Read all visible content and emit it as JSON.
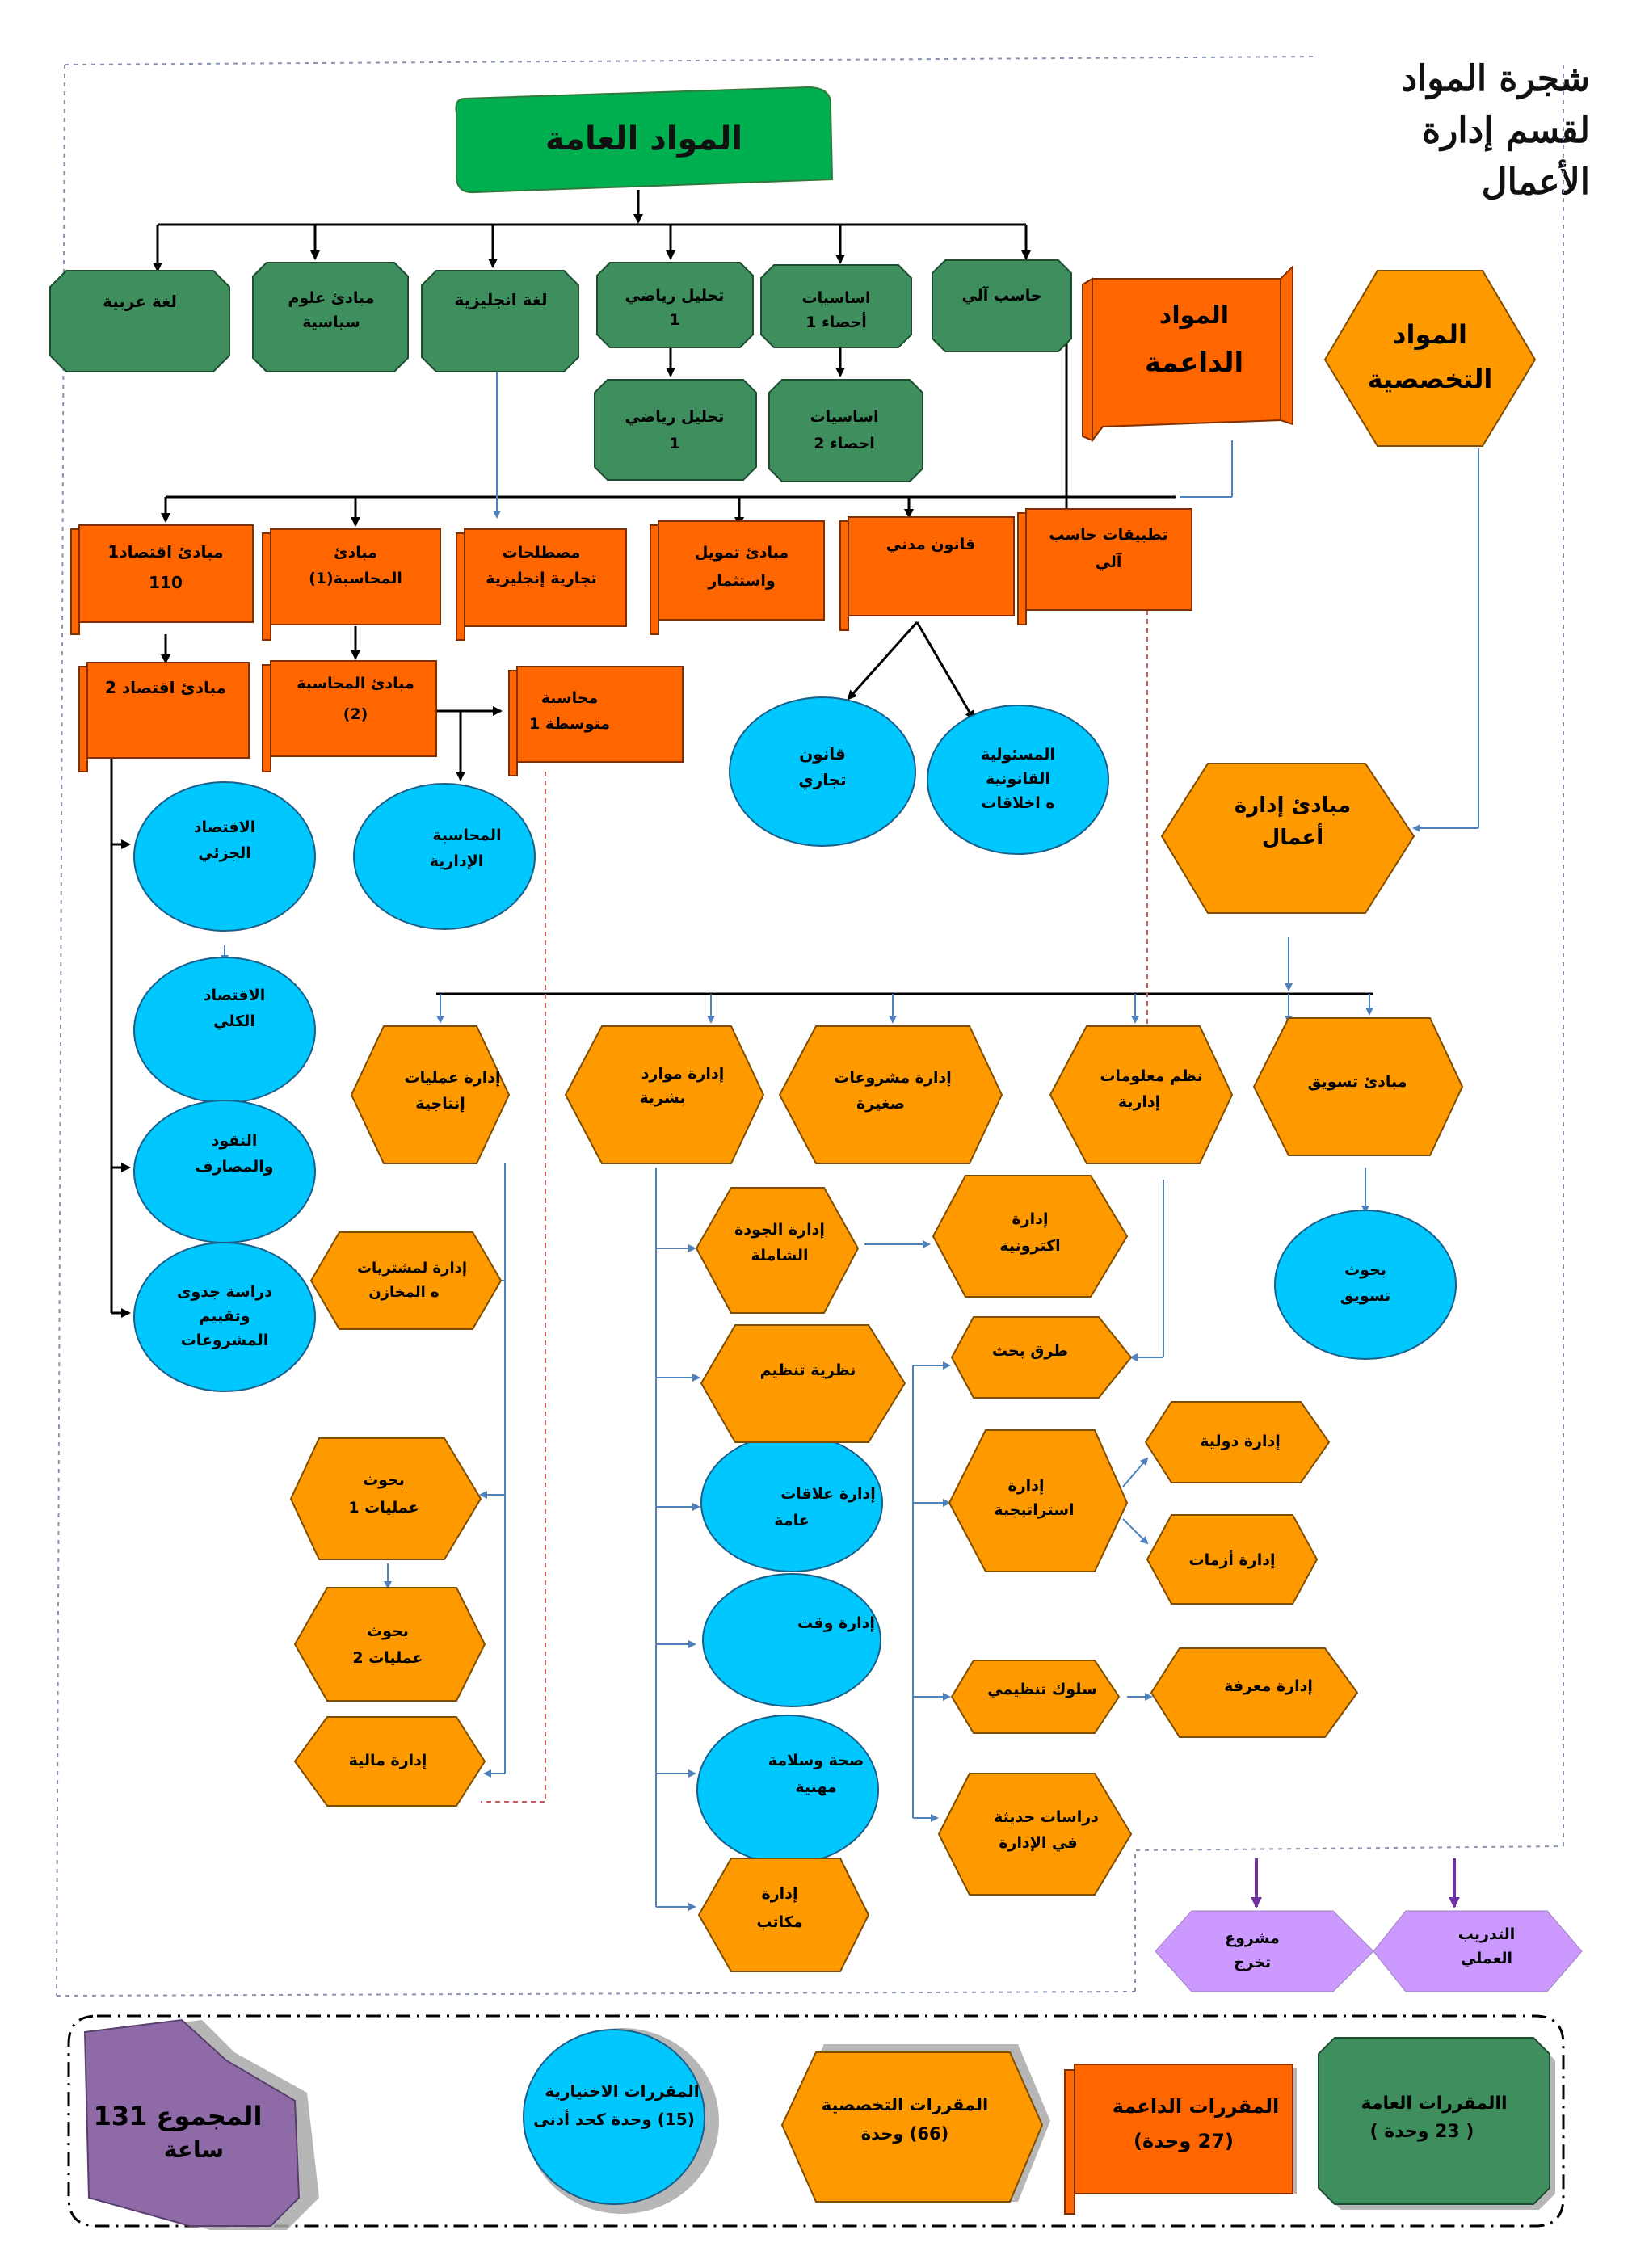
{
  "title": {
    "line1": "شجرة المواد",
    "line2": "لقسم إدارة",
    "line3": "الأعمال"
  },
  "colors": {
    "general_green": "#3e8e5e",
    "general_banner": "#00b050",
    "supporting_orange": "#ff6600",
    "specialized_orange": "#ff9900",
    "elective_cyan": "#00c8ff",
    "project_purple": "#cc99ff",
    "total_purple": "#8e6aa6",
    "arrow_blue": "#4f81bd"
  },
  "headers": {
    "general": "المواد العامة",
    "supporting_1": "المواد",
    "supporting_2": "الداعمة",
    "specialized_1": "المواد",
    "specialized_2": "التخصصية"
  },
  "general_courses": {
    "arabic": "لغة عربية",
    "polsci_1": "مبادئ علوم",
    "polsci_2": "سياسية",
    "english": "لغة انجليزية",
    "math1_1": "تحليل رياضي",
    "math1_2": "1",
    "stats1_1": "اساسيات",
    "stats1_2": "أحصاء 1",
    "computer": "حاسب آلي",
    "math2_1": "تحليل رياضي",
    "math2_2": "1",
    "stats2_1": "اساسيات",
    "stats2_2": "احصاء 2"
  },
  "supporting_courses": {
    "econ1_1": "مبادئ اقتصاد1",
    "econ1_2": "110",
    "acc1_1": "مبادئ",
    "acc1_2": "المحاسبة(1)",
    "terms_1": "مصطلحات",
    "terms_2": "تجارية إنجليزية",
    "finance_1": "مبادئ تمويل",
    "finance_2": "واستثمار",
    "civil_law": "قانون مدني",
    "comp_app_1": "تطبيقات حاسب",
    "comp_app_2": "آلي",
    "econ2": "مبادئ اقتصاد 2",
    "acc2_1": "مبادئ المحاسبة",
    "acc2_2": "(2)",
    "inter_acc_1": "محاسبة",
    "inter_acc_2": "متوسطة 1"
  },
  "elective_courses": {
    "commercial_law_1": "قانون",
    "commercial_law_2": "تجاري",
    "legal_resp_1": "المسئولية",
    "legal_resp_2": "القانونية",
    "legal_resp_3": "ه اخلاقات",
    "micro_1": "الاقتصاد",
    "micro_2": "الجزئي",
    "mgmt_acc_1": "المحاسبة",
    "mgmt_acc_2": "الإدارية",
    "macro_1": "الاقتصاد",
    "macro_2": "الكلي",
    "money_1": "النقود",
    "money_2": "والمصارف",
    "feasibility_1": "دراسة جدوى",
    "feasibility_2": "وتقييم",
    "feasibility_3": "المشروعات",
    "mkt_research_1": "بحوث",
    "mkt_research_2": "تسويق",
    "public_rel_1": "إدارة علاقات",
    "public_rel_2": "عامة",
    "time_mgmt": "إدارة وقت",
    "safety_1": "صحة وسلامة",
    "safety_2": "مهنية"
  },
  "specialized_courses": {
    "principles_1": "مبادئ إدارة",
    "principles_2": "أعمال",
    "production_1": "إدارة عمليات",
    "production_2": "إنتاجية",
    "hr_1": "إدارة موارد",
    "hr_2": "بشرية",
    "small_proj_1": "إدارة مشروعات",
    "small_proj_2": "صغيرة",
    "mis_1": "نظم معلومات",
    "mis_2": "إدارية",
    "marketing": "مبادئ تسويق",
    "purchasing_1": "إدارة لمشتريات",
    "purchasing_2": "ه المخازن",
    "tqm_1": "إدارة الجودة",
    "tqm_2": "الشاملة",
    "e_mgmt_1": "إدارة",
    "e_mgmt_2": "اكترونية",
    "org_theory": "نظرية تنظيم",
    "research_methods": "طرق بحث",
    "or1_1": "بحوث",
    "or1_2": "عمليات 1",
    "strategic_1": "إدارة",
    "strategic_2": "استراتيجية",
    "international": "إدارة دولية",
    "crisis": "إدارة أزمات",
    "or2_1": "بحوث",
    "or2_2": "عمليات 2",
    "org_behavior": "سلوك تنظيمي",
    "knowledge": "إدارة معرفة",
    "financial": "إدارة مالية",
    "modern_1": "دراسات حديثة",
    "modern_2": "في الإدارة",
    "office_1": "إدارة",
    "office_2": "مكاتب"
  },
  "final": {
    "project_1": "مشروع",
    "project_2": "تخرج",
    "training_1": "التدريب",
    "training_2": "العملي"
  },
  "legend": {
    "general_1": "االمقررات العامة",
    "general_2": "( 23 وحدة )",
    "supporting_1": "المقررات الداعمة",
    "supporting_2": "(27 وحدة)",
    "specialized_1": "المقررات التخصصية",
    "specialized_2": "(66) وحدة",
    "elective_1": "المقررات الاختيارية",
    "elective_2": "(15) وحدة كحد أدنى",
    "total_1": "المجموع 131",
    "total_2": "ساعة"
  }
}
